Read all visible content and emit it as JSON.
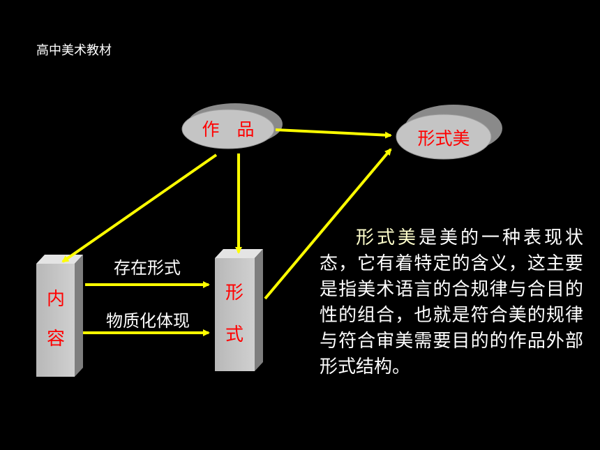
{
  "header": {
    "subtitle": "高中美术教材"
  },
  "nodes": {
    "work": "作　品",
    "formal_beauty": "形式美",
    "content_top": "内",
    "content_bottom": "容",
    "form_top": "形",
    "form_bottom": "式"
  },
  "edge_labels": {
    "existence_form": "存在形式",
    "material_embodiment": "物质化体现"
  },
  "paragraph": {
    "highlight": "形式美",
    "rest": "是美的一种表现状态，它有着特定的含义，这主要是指美术语言的合规律与合目的性的组合，也就是符合美的规律与符合审美需要目的的作品外部形式结构。"
  },
  "colors": {
    "background": "#000000",
    "arrow": "#ffff00",
    "node_text": "#ff0000",
    "label_text": "#ffffff",
    "highlight_text": "#ffffcc",
    "shape_fill": "#c0c0c0"
  }
}
